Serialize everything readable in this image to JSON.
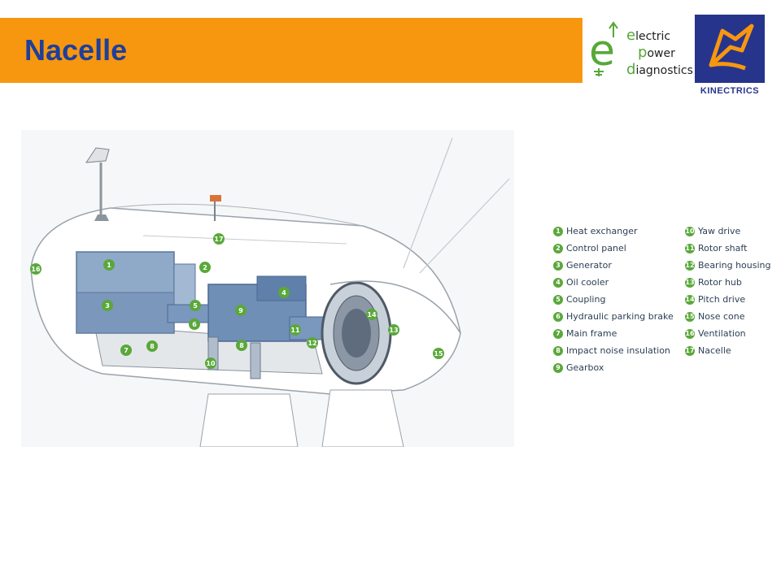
{
  "header": {
    "title": "Nacelle"
  },
  "logos": {
    "epd": {
      "letter": "e",
      "lines": [
        {
          "initial": "e",
          "rest": "lectric"
        },
        {
          "initial": "p",
          "rest": "ower"
        },
        {
          "initial": "d",
          "rest": "iagnostics"
        }
      ]
    },
    "kinectrics": {
      "text": "KINECTRICS"
    }
  },
  "legend": {
    "column1": [
      {
        "num": "1",
        "label": "Heat exchanger"
      },
      {
        "num": "2",
        "label": "Control panel"
      },
      {
        "num": "3",
        "label": "Generator"
      },
      {
        "num": "4",
        "label": "Oil cooler"
      },
      {
        "num": "5",
        "label": "Coupling"
      },
      {
        "num": "6",
        "label": "Hydraulic parking brake"
      },
      {
        "num": "7",
        "label": "Main frame"
      },
      {
        "num": "8",
        "label": "Impact noise insulation"
      },
      {
        "num": "9",
        "label": "Gearbox"
      }
    ],
    "column2": [
      {
        "num": "10",
        "label": "Yaw drive"
      },
      {
        "num": "11",
        "label": "Rotor shaft"
      },
      {
        "num": "12",
        "label": "Bearing housing"
      },
      {
        "num": "13",
        "label": "Rotor hub"
      },
      {
        "num": "14",
        "label": "Pitch drive"
      },
      {
        "num": "15",
        "label": "Nose cone"
      },
      {
        "num": "16",
        "label": "Ventilation"
      },
      {
        "num": "17",
        "label": "Nacelle"
      }
    ]
  },
  "diagram_markers": [
    "1",
    "2",
    "3",
    "4",
    "5",
    "6",
    "7",
    "8",
    "8",
    "9",
    "10",
    "11",
    "12",
    "13",
    "14",
    "15",
    "16",
    "17"
  ],
  "colors": {
    "accent": "#f7970f",
    "title": "#1f3f9a",
    "marker": "#5aa83a",
    "machinery": "#6f8fb7"
  }
}
